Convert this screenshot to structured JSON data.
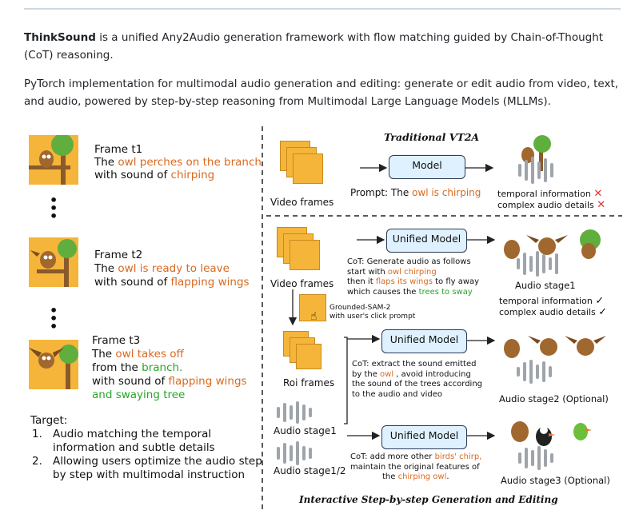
{
  "intro": {
    "p1_brand": "ThinkSound",
    "p1_rest": " is a unified Any2Audio generation framework with flow matching guided by Chain-of-Thought (CoT) reasoning.",
    "p2": "PyTorch implementation for multimodal audio generation and editing: generate or edit audio from video, text, and audio, powered by step-by-step reasoning from Multimodal Large Language Models (MLLMs)."
  },
  "left": {
    "f1": {
      "title": "Frame t1",
      "a": "The ",
      "b": "owl perches on the branch",
      "c": "with sound of ",
      "d": "chirping"
    },
    "f2": {
      "title": "Frame t2",
      "a": "The ",
      "b": "owl is ready to leave",
      "c": "with sound of ",
      "d": "flapping wings"
    },
    "f3": {
      "title": "Frame t3",
      "a": "The ",
      "b": "owl takes off",
      "c": "from the ",
      "d": "branch.",
      "e": "with sound of ",
      "f": "flapping wings",
      "g": "and swaying tree"
    },
    "target": {
      "heading": "Target:",
      "i1n": "1.",
      "i1a": "Audio matching the temporal",
      "i1b": "information and subtle details",
      "i2n": "2.",
      "i2a": "Allowing users optimize the audio step",
      "i2b": "by step with multimodal instruction"
    }
  },
  "right": {
    "trad_title": "Traditional VT2A",
    "model": "Model",
    "video_frames": "Video frames",
    "prompt_a": "Prompt: The ",
    "prompt_b": "owl is chirping",
    "temporal": "temporal information",
    "complex": "complex audio details",
    "unified": "Unified Model",
    "cot1": {
      "a": "CoT: Generate audio as follows",
      "b": "start with ",
      "c": "owl chirping",
      "d": "then it ",
      "e": "flaps its wings",
      "f": " to fly away",
      "g": "which  causes the ",
      "h": "trees to sway"
    },
    "stage1": "Audio stage1",
    "grounded_a": "Grounded-SAM-2",
    "grounded_b": "with user's click prompt",
    "roi": "Roi frames",
    "cot2": {
      "a": "CoT: extract the sound emitted",
      "b": "by the ",
      "c": "owl",
      "d": " , avoid introducing",
      "e": "the sound of the trees according",
      "f": "to the audio and video"
    },
    "stage2": "Audio stage2 (Optional)",
    "audio_stage1": "Audio stage1",
    "audio_stage12": "Audio stage1/2",
    "cot3": {
      "a": "CoT: add more other ",
      "b": "birds' chirp,",
      "c": "maintain the original features of",
      "d": "the ",
      "e": "chirping owl",
      "f": "."
    },
    "stage3": "Audio stage3 (Optional)",
    "caption": "Interactive Step-by-step Generation and Editing"
  },
  "marks": {
    "cross": "✕",
    "check": "✓",
    "dot": "•"
  },
  "colors": {
    "highlight_orange": "#d9691f",
    "highlight_green": "#2aa52a",
    "box_fill": "#dff1ff",
    "cross_red": "#e03131"
  }
}
